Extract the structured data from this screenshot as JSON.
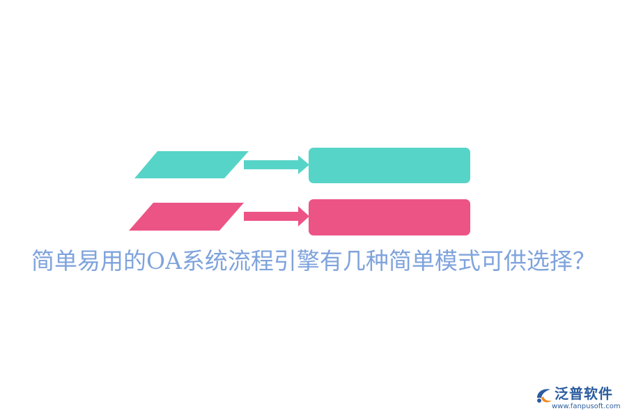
{
  "title": "简单易用的OA系统流程引擎有几种简单模式可供选择？",
  "colors": {
    "teal": "#57d4c8",
    "pink": "#ec5486",
    "title_text": "#7fa3dc",
    "logo_blue": "#2b5c9e",
    "logo_orange": "#f08a24"
  },
  "diagram": {
    "rows": [
      {
        "color_key": "teal"
      },
      {
        "color_key": "pink"
      }
    ]
  },
  "logo": {
    "name": "泛普软件",
    "url": "www.fanpusoft.com",
    "icon": "fanpu-logo-icon"
  }
}
